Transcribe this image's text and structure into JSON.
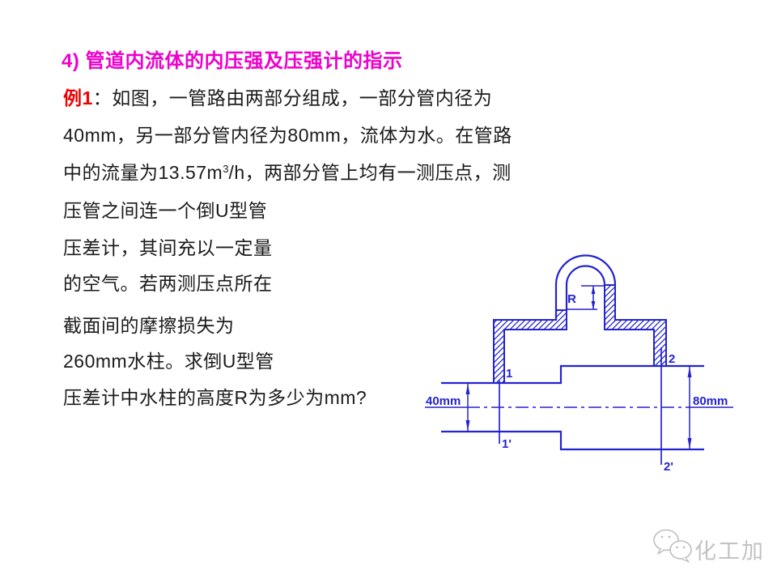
{
  "slide": {
    "background": "#ffffff",
    "title": {
      "text": "4) 管道内流体的内压强及压强计的指示",
      "color": "#ee00cc"
    },
    "body": {
      "example_label": "例1",
      "example_label_color": "#f00000",
      "text_color": "#1b1b1b",
      "lines": {
        "l1": "：如图，一管路由两部分组成，一部分管内径为",
        "l2": "40mm，另一部分管内径为80mm，流体为水。在管路",
        "l3_pre": "中的流量为13.57m",
        "l3_sup": "3",
        "l3_post": "/h，两部分管上均有一测压点，测",
        "l4": "压管之间连一个倒U型管",
        "l5": "压差计，其间充以一定量",
        "l6": "的空气。若两测压点所在",
        "l7": "截面间的摩擦损失为",
        "l8": "260mm水柱。求倒U型管",
        "l9": "压差计中水柱的高度R为多少为mm?"
      }
    },
    "diagram": {
      "type": "inverted-U-tube-manometer-on-stepped-pipe",
      "line_color": "#2323cf",
      "labels": {
        "small_pipe_diameter": "40mm",
        "large_pipe_diameter": "80mm",
        "manometer_reading": "R",
        "section_1": "1",
        "section_1_prime": "1'",
        "section_2": "2",
        "section_2_prime": "2'"
      }
    },
    "watermark": {
      "icon": "wechat-bubbles-icon",
      "text": "化工加",
      "color": "#c3c3c3"
    }
  }
}
